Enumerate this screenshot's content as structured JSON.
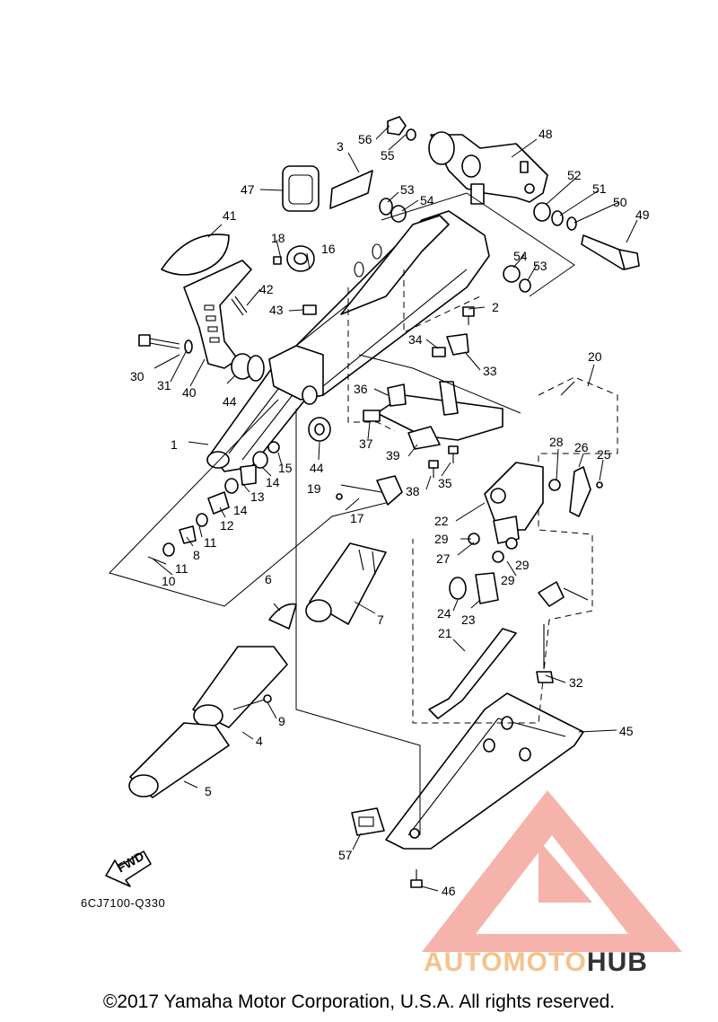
{
  "diagram": {
    "part_numbers": [
      "1",
      "2",
      "3",
      "4",
      "5",
      "6",
      "7",
      "8",
      "9",
      "10",
      "11",
      "12",
      "13",
      "14",
      "15",
      "16",
      "17",
      "18",
      "19",
      "20",
      "21",
      "22",
      "23",
      "24",
      "25",
      "26",
      "27",
      "28",
      "29",
      "30",
      "31",
      "32",
      "33",
      "34",
      "35",
      "36",
      "37",
      "38",
      "39",
      "40",
      "41",
      "42",
      "43",
      "44",
      "45",
      "46",
      "47",
      "48",
      "49",
      "50",
      "51",
      "52",
      "53",
      "54",
      "55",
      "56",
      "57"
    ],
    "fwd_label": "FWD",
    "diagram_code": "6CJ7100-Q330"
  },
  "footer": {
    "copyright": "©2017 Yamaha Motor Corporation, U.S.A. All rights reserved."
  },
  "watermark": {
    "brand_part1": "AUTOMOTO",
    "brand_part2": "HUB",
    "color_primary": "#f39a90",
    "color_secondary": "#f5c28d",
    "color_dark": "#333333"
  }
}
